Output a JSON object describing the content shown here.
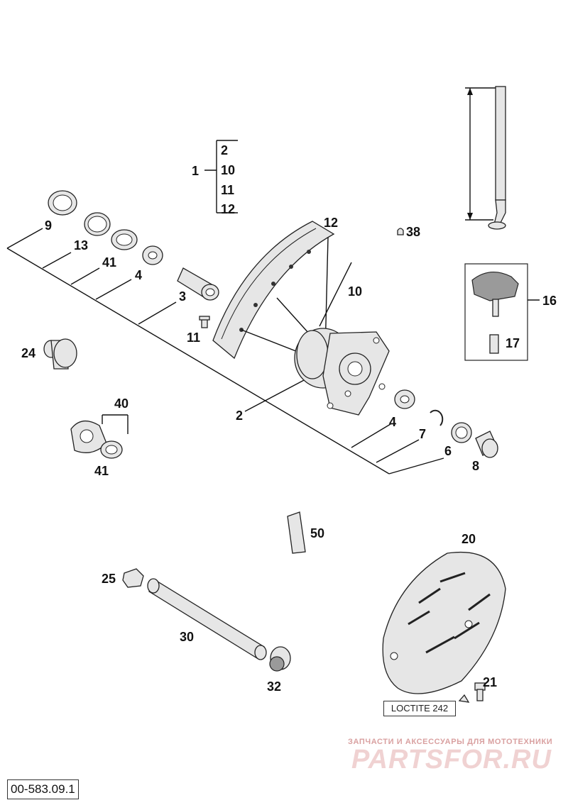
{
  "diagram": {
    "labels": {
      "l1": "1",
      "g2": "2",
      "g10": "10",
      "g11": "11",
      "g12": "12",
      "l9": "9",
      "l13": "13",
      "l41a": "41",
      "l4a": "4",
      "l3": "3",
      "l11": "11",
      "l12": "12",
      "l10": "10",
      "l38": "38",
      "l16": "16",
      "l17": "17",
      "l24": "24",
      "l2": "2",
      "l40": "40",
      "l41b": "41",
      "l4b": "4",
      "l7": "7",
      "l6": "6",
      "l8": "8",
      "l50": "50",
      "l20": "20",
      "l25": "25",
      "l30": "30",
      "l32": "32",
      "l21": "21"
    },
    "loctite": "LOCTITE 242",
    "reference": "00-583.09.1"
  },
  "watermark": {
    "caption": "ЗАПЧАСТИ И АКСЕССУАРЫ ДЛЯ МОТОТЕХНИКИ",
    "logo": "PARTSFOR.RU"
  }
}
